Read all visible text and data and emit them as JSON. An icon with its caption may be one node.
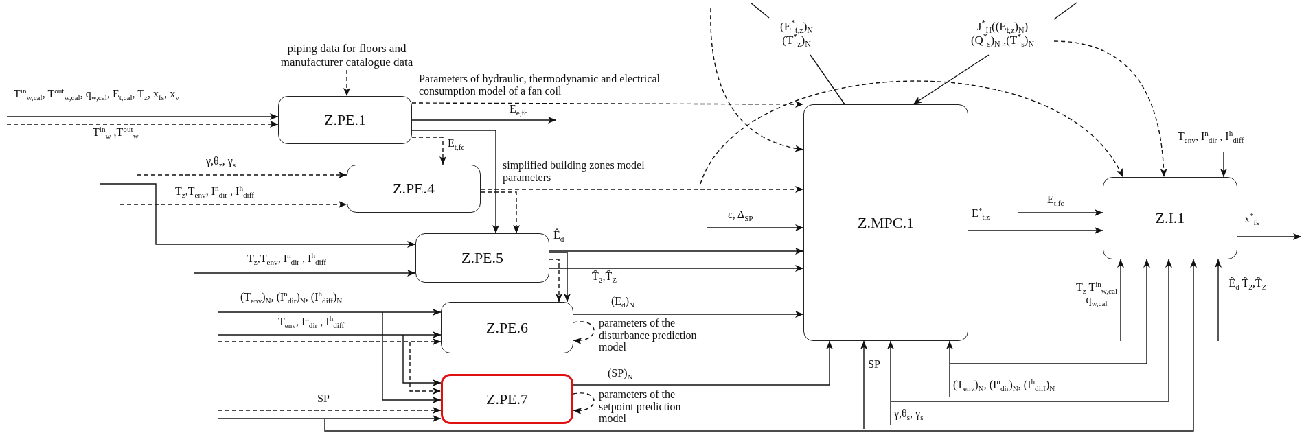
{
  "diagram": {
    "nodes": [
      {
        "text": [
          "Z.PE.1"
        ]
      },
      {
        "text": [
          "Z.PE.4"
        ]
      },
      {
        "text": [
          "Z.PE.5"
        ]
      },
      {
        "text": [
          "Z.PE.6"
        ]
      },
      {
        "text": [
          "Z.PE.7"
        ]
      },
      {
        "text": [
          "Z.MPC.1"
        ]
      },
      {
        "text": [
          "Z.I.1"
        ]
      },
      {
        "text": [
          "piping data for floors and manufacturer catalogue data"
        ]
      },
      {
        "text": [
          "(E$^{*}$$_{t,z}$)$_{N}$",
          "(T$^{*}$$_{z}$)$_{N}$"
        ]
      },
      {
        "text": [
          "J$^{*}$$_{H}$((E$_{t,z}$)$_{N}$)",
          "(Q$^{*}$$_{s}$)$_{N}$ ,(T$^{*}$$_{s}$)$_{N}$"
        ]
      }
    ],
    "edges": [
      {
        "from": null,
        "to": 0,
        "arrow": "to",
        "label": "T$^{in}$$_{w,cal}$, T$^{out}$$_{w,cal}$, q$_{w,cal}$, E$_{t,cal}$, T$_{z}$, x$_{fs}$, x$_{v}$"
      },
      {
        "from": null,
        "to": 0,
        "arrow": "to",
        "style": "dashed",
        "label": "T$^{in}$$_{w}$ ,T$^{out}$$_{w}$"
      },
      {
        "from": 7,
        "to": 0,
        "arrow": "to",
        "style": "dashed"
      },
      {
        "from": 0,
        "to": 5,
        "arrow": "to",
        "style": "dashed",
        "label": "Parameters of hydraulic, thermodynamic and electrical consumption model of a fan coil"
      },
      {
        "from": 0,
        "to": null,
        "arrow": "to",
        "label": "E$_{e,fc}$"
      },
      {
        "from": 0,
        "to": 1,
        "arrow": "to",
        "style": "dashed",
        "label": "E$_{t,fc}$"
      },
      {
        "from": 0,
        "to": 2,
        "arrow": "to"
      },
      {
        "from": null,
        "to": 1,
        "arrow": "to",
        "style": "dashed",
        "label": "γ,θ$_{z}$, γ$_{s}$"
      },
      {
        "from": null,
        "to": 1,
        "arrow": "to",
        "style": "dashed",
        "label": "T$_{z}$,T$_{env}$, I$^{n}$$_{dir}$ , I$^{h}$$_{diff}$"
      },
      {
        "from": null,
        "to": 2,
        "arrow": "to"
      },
      {
        "from": 1,
        "to": 5,
        "arrow": "to",
        "style": "dashed",
        "label": "simplified building zones model parameters"
      },
      {
        "from": 1,
        "to": 2,
        "arrow": "to",
        "style": "dashed"
      },
      {
        "from": null,
        "to": 2,
        "arrow": "to",
        "label": "T$_{z}$,T$_{env}$, I$^{n}$$_{dir}$ , I$^{h}$$_{diff}$"
      },
      {
        "from": null,
        "to": 5,
        "arrow": "to",
        "label": "ε, Δ$_{SP}$"
      },
      {
        "from": 2,
        "to": 5,
        "arrow": "to",
        "label": "Ê$_{d}$"
      },
      {
        "from": 2,
        "to": 5,
        "arrow": "to",
        "label": "T̂$_{2}$,T̂$_{Z}$"
      },
      {
        "from": 2,
        "to": 3,
        "arrow": "to"
      },
      {
        "from": 2,
        "to": 3,
        "arrow": "to",
        "style": "dashed"
      },
      {
        "from": null,
        "to": 3,
        "arrow": "to",
        "label": "(T$_{env}$)$_{N}$, (I$^{n}$$_{dir}$)$_{N}$, (I$^{h}$$_{diff}$)$_{N}$"
      },
      {
        "from": null,
        "to": 3,
        "arrow": "to",
        "label": "T$_{env}$, I$^{n}$$_{dir}$ , I$^{h}$$_{diff}$"
      },
      {
        "from": null,
        "to": 3,
        "arrow": "to",
        "style": "dashed"
      },
      {
        "from": null,
        "to": 4,
        "arrow": "to"
      },
      {
        "from": null,
        "to": 4,
        "arrow": "to"
      },
      {
        "from": null,
        "to": 4,
        "arrow": "to",
        "style": "dashed"
      },
      {
        "from": null,
        "to": 4,
        "arrow": "to",
        "style": "dashed",
        "label": "SP"
      },
      {
        "from": null,
        "to": 4,
        "arrow": "to"
      },
      {
        "from": 3,
        "to": 5,
        "arrow": "to",
        "label": "(E$_{d}$)$_{N}$"
      },
      {
        "from": 3,
        "to": 3,
        "arrow": "to",
        "style": "dashed",
        "label": "parameters of the disturbance prediction model"
      },
      {
        "from": 4,
        "to": 5,
        "arrow": "to",
        "label": "(SP)$_{N}$"
      },
      {
        "from": 4,
        "to": 4,
        "arrow": "to",
        "style": "dashed",
        "label": "parameters of the setpoint prediction model"
      },
      {
        "from": null,
        "to": 8,
        "arrow": "none"
      },
      {
        "from": 8,
        "to": 5,
        "arrow": "none"
      },
      {
        "from": null,
        "to": 9,
        "arrow": "none"
      },
      {
        "from": 9,
        "to": 5,
        "arrow": "to"
      },
      {
        "from": null,
        "to": 5,
        "arrow": "to",
        "style": "dashed"
      },
      {
        "from": null,
        "to": 6,
        "arrow": "to",
        "style": "dashed"
      },
      {
        "from": 9,
        "to": 6,
        "arrow": "to",
        "style": "dashed"
      },
      {
        "from": null,
        "to": 5,
        "arrow": "to",
        "label": "SP"
      },
      {
        "from": null,
        "to": 5,
        "arrow": "to",
        "label": "γ,θ$_{s}$, γ$_{s}$"
      },
      {
        "from": null,
        "to": 6,
        "arrow": "to"
      },
      {
        "from": null,
        "to": 5,
        "arrow": "to",
        "label": "(T$_{env}$)$_{N}$, (I$^{n}$$_{dir}$)$_{N}$, (I$^{h}$$_{diff}$)$_{N}$"
      },
      {
        "from": null,
        "to": 6,
        "arrow": "to"
      },
      {
        "from": null,
        "to": 6,
        "arrow": "to"
      },
      {
        "from": 5,
        "to": 6,
        "arrow": "to",
        "label": "E$^{*}$$_{t,z}$"
      },
      {
        "from": null,
        "to": 6,
        "arrow": "to",
        "label": "E$_{t,fc}$"
      },
      {
        "from": null,
        "to": 6,
        "arrow": "to",
        "label": "T$_{env}$, I$^{n}$$_{dir}$ , I$^{h}$$_{diff}$"
      },
      {
        "from": null,
        "to": 6,
        "arrow": "to",
        "label": "T$_{z}$ T$^{in}$$_{w,cal}$ q$_{w,cal}$"
      },
      {
        "from": null,
        "to": 6,
        "arrow": "to",
        "label": "Ê$_{d}$ T̂$_{2}$,T̂$_{Z}$"
      },
      {
        "from": 6,
        "to": null,
        "arrow": "to",
        "label": "x$^{*}$$_{fs}$"
      }
    ]
  }
}
